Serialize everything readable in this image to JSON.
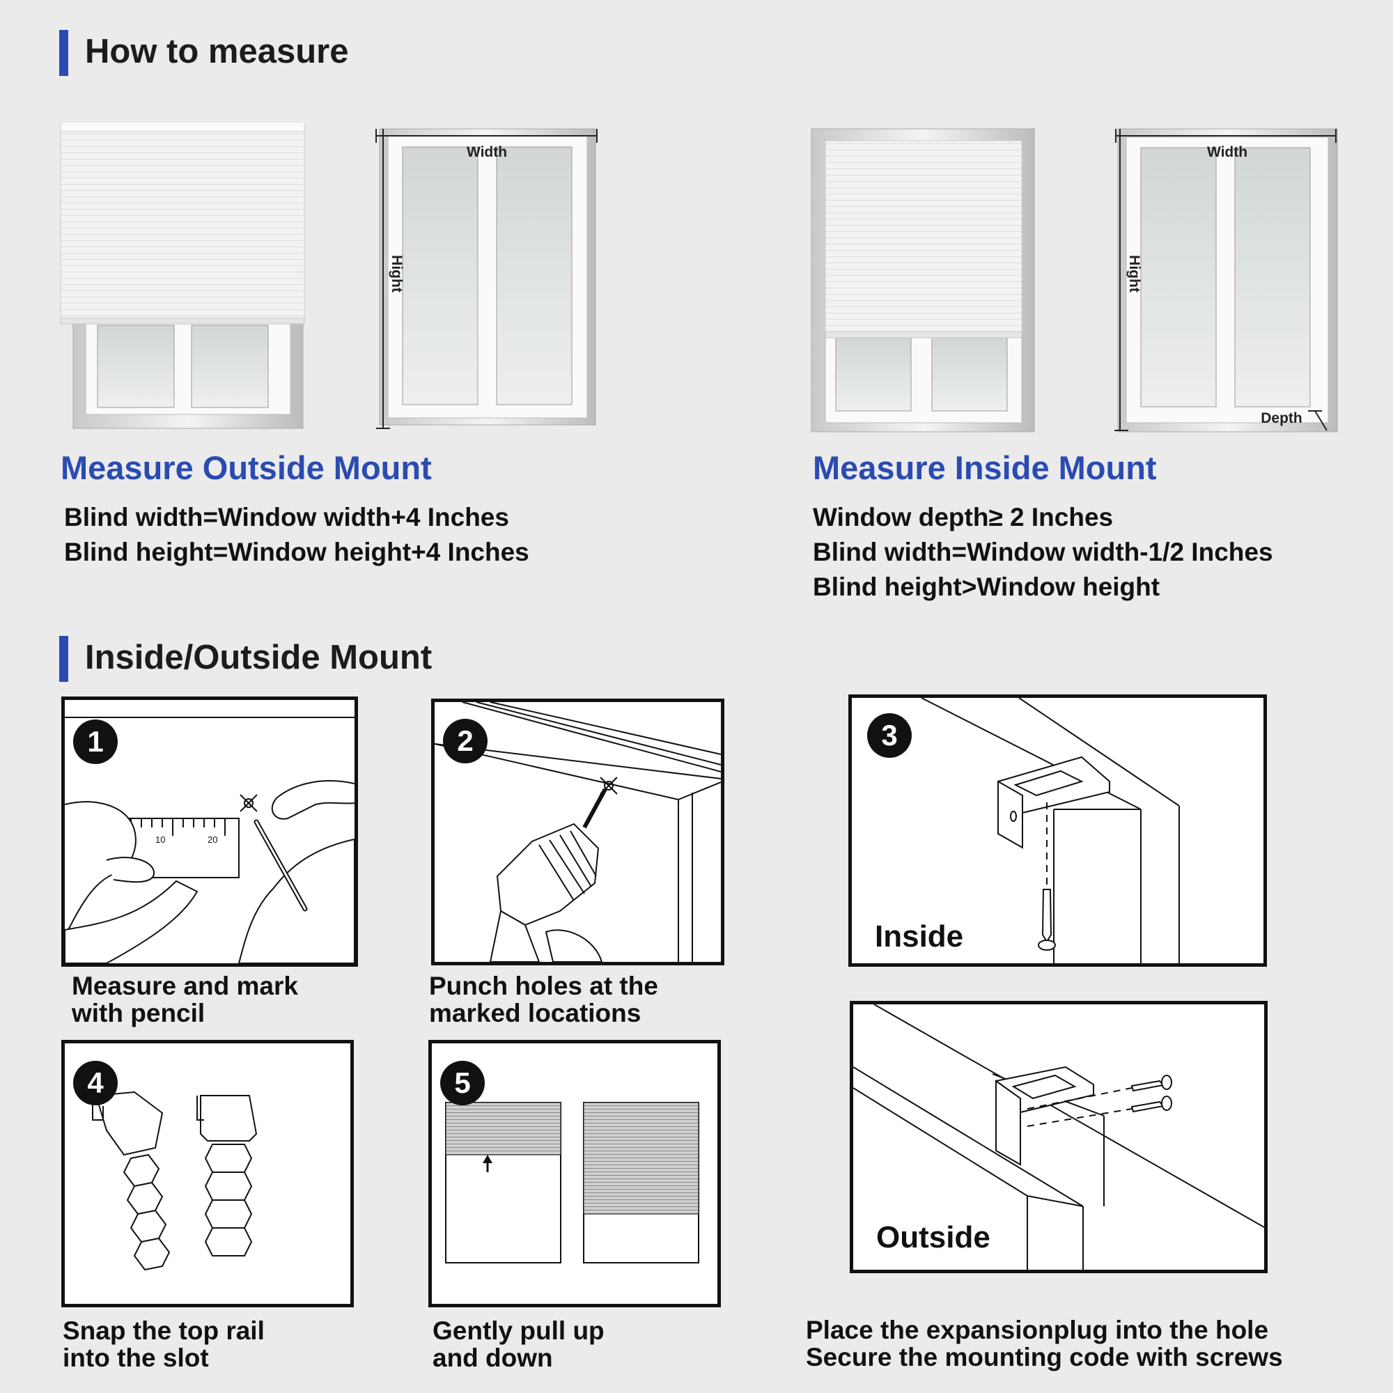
{
  "sections": {
    "measure_title": "How to measure",
    "mount_title": "Inside/Outside Mount"
  },
  "outside": {
    "title": "Measure Outside Mount",
    "lines": [
      "Blind width=Window width+4 Inches",
      "Blind height=Window height+4 Inches"
    ],
    "width_label": "Width",
    "height_label": "Hight"
  },
  "inside": {
    "title": "Measure Inside Mount",
    "lines": [
      "Window depth≥ 2 Inches",
      "Blind width=Window width-1/2 Inches",
      "Blind height>Window height"
    ],
    "width_label": "Width",
    "height_label": "Hight",
    "depth_label": "Depth"
  },
  "steps": [
    {
      "number": "1",
      "caption": [
        "Measure and mark",
        "with pencil"
      ],
      "ruler_ticks": [
        "10",
        "20"
      ]
    },
    {
      "number": "2",
      "caption": [
        "Punch holes at the",
        "marked locations"
      ]
    },
    {
      "number": "3",
      "label": "Inside"
    },
    {
      "number": "4",
      "caption": [
        "Snap the top rail",
        "into the slot"
      ]
    },
    {
      "number": "5",
      "caption": [
        "Gently pull up",
        "and down"
      ]
    },
    {
      "label": "Outside"
    }
  ],
  "final_caption": [
    "Place the expansionplug into the hole",
    "Secure the mounting code with screws"
  ],
  "colors": {
    "accent": "#2a4bb0",
    "background": "#ebebeb",
    "ink": "#111111"
  }
}
